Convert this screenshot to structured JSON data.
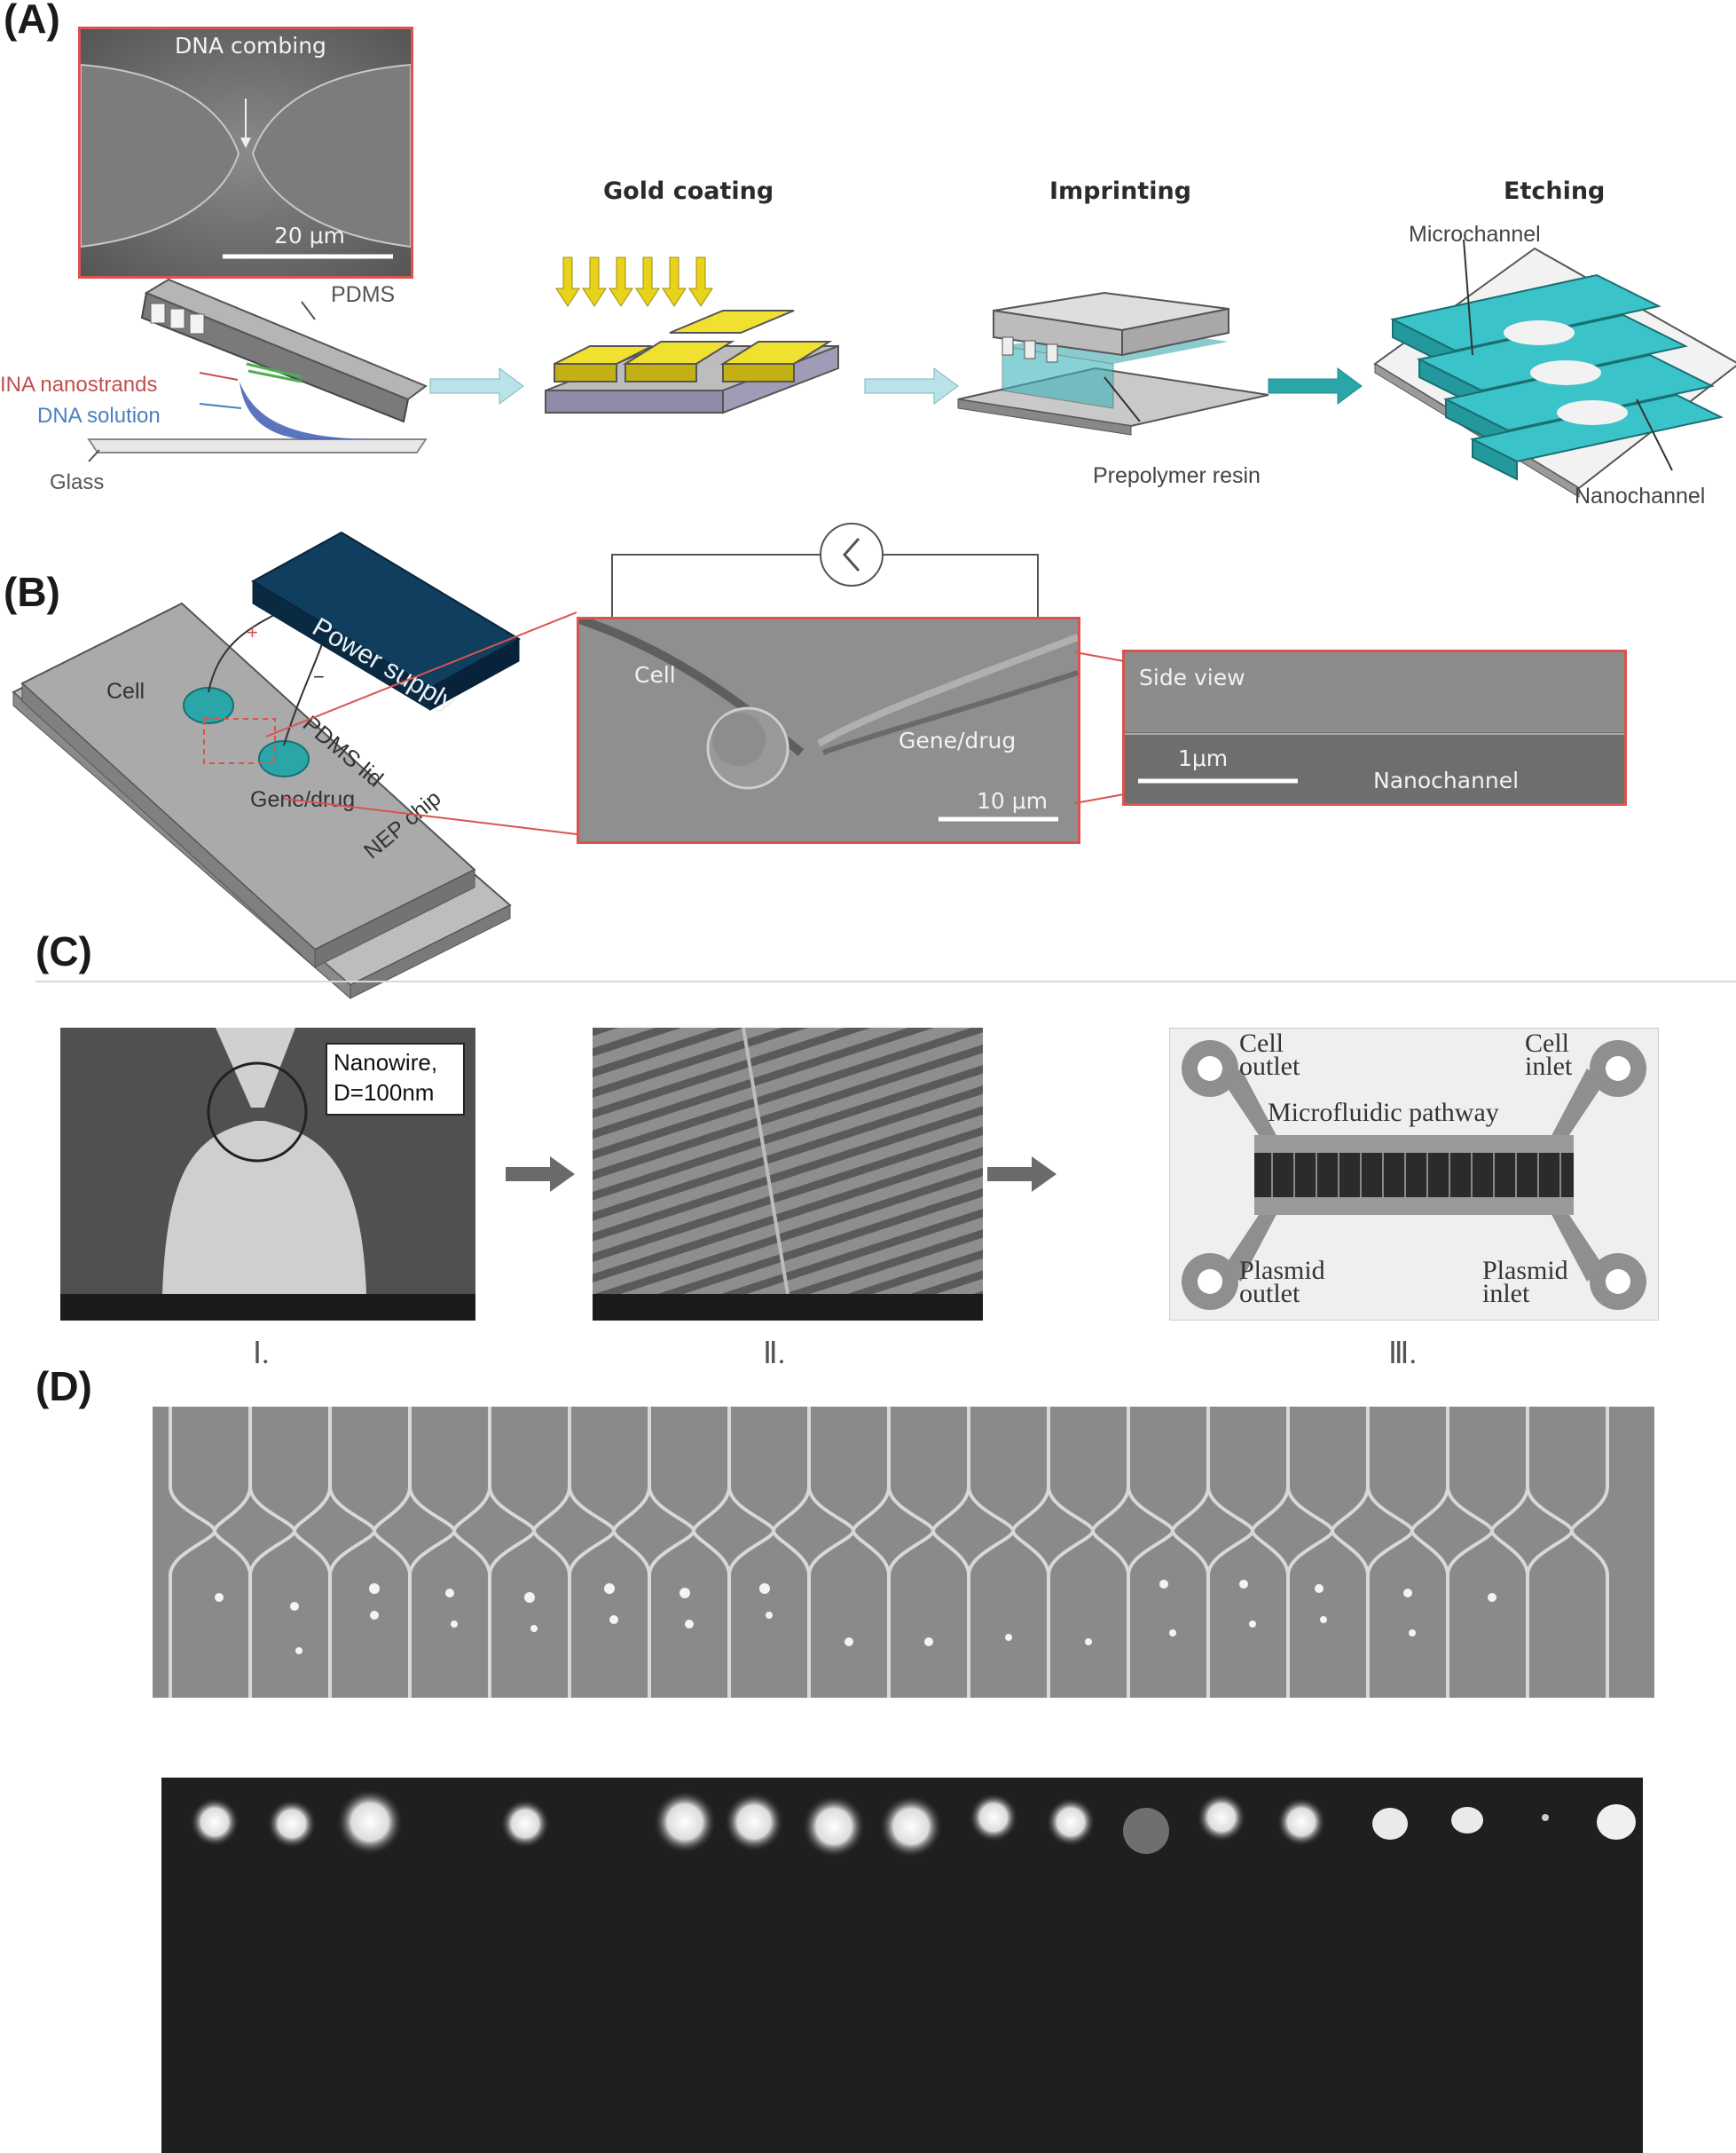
{
  "panels": {
    "a": {
      "letter": "(A)",
      "inset_label": "DNA combing",
      "inset_scale": "20 μm",
      "pdms": "PDMS",
      "nanostrands": "INA nanostrands",
      "solution": "DNA solution",
      "glass": "Glass",
      "steps": [
        "Gold coating",
        "Imprinting",
        "Etching"
      ],
      "prepolymer": "Prepolymer resin",
      "microchannel": "Microchannel",
      "nanochannel": "Nanochannel"
    },
    "b": {
      "letter": "(B)",
      "power_supply": "Power supply",
      "cell": "Cell",
      "pdms_lid": "PDMS lid",
      "gene_drug": "Gene/drug",
      "chip": "NEP chip",
      "plus": "+",
      "minus": "−",
      "micro_cell": "Cell",
      "micro_gene": "Gene/drug",
      "micro_scale": "10 μm",
      "side_view": "Side view",
      "side_scale": "1μm",
      "side_nano": "Nanochannel"
    },
    "c": {
      "letter": "(C)",
      "nanowire": "Nanowire,",
      "diameter": "D=100nm",
      "cell_outlet": [
        "Cell",
        "outlet"
      ],
      "cell_inlet": [
        "Cell",
        "inlet"
      ],
      "pathway": "Microfluidic pathway",
      "plasmid_outlet": [
        "Plasmid",
        "outlet"
      ],
      "plasmid_inlet": [
        "Plasmid",
        "inlet"
      ],
      "numerals": [
        "Ⅰ.",
        "Ⅱ.",
        "Ⅲ."
      ]
    },
    "d": {
      "letter": "(D)"
    }
  },
  "colors": {
    "teal": "#2aa6a8",
    "gold": "#e6d21a",
    "arrow_teal": "#7fd0d6",
    "dna_red": "#c0504d",
    "dna_blue": "#4a7fc1",
    "navy": "#0d3552",
    "inset_border": "#d9534f"
  }
}
